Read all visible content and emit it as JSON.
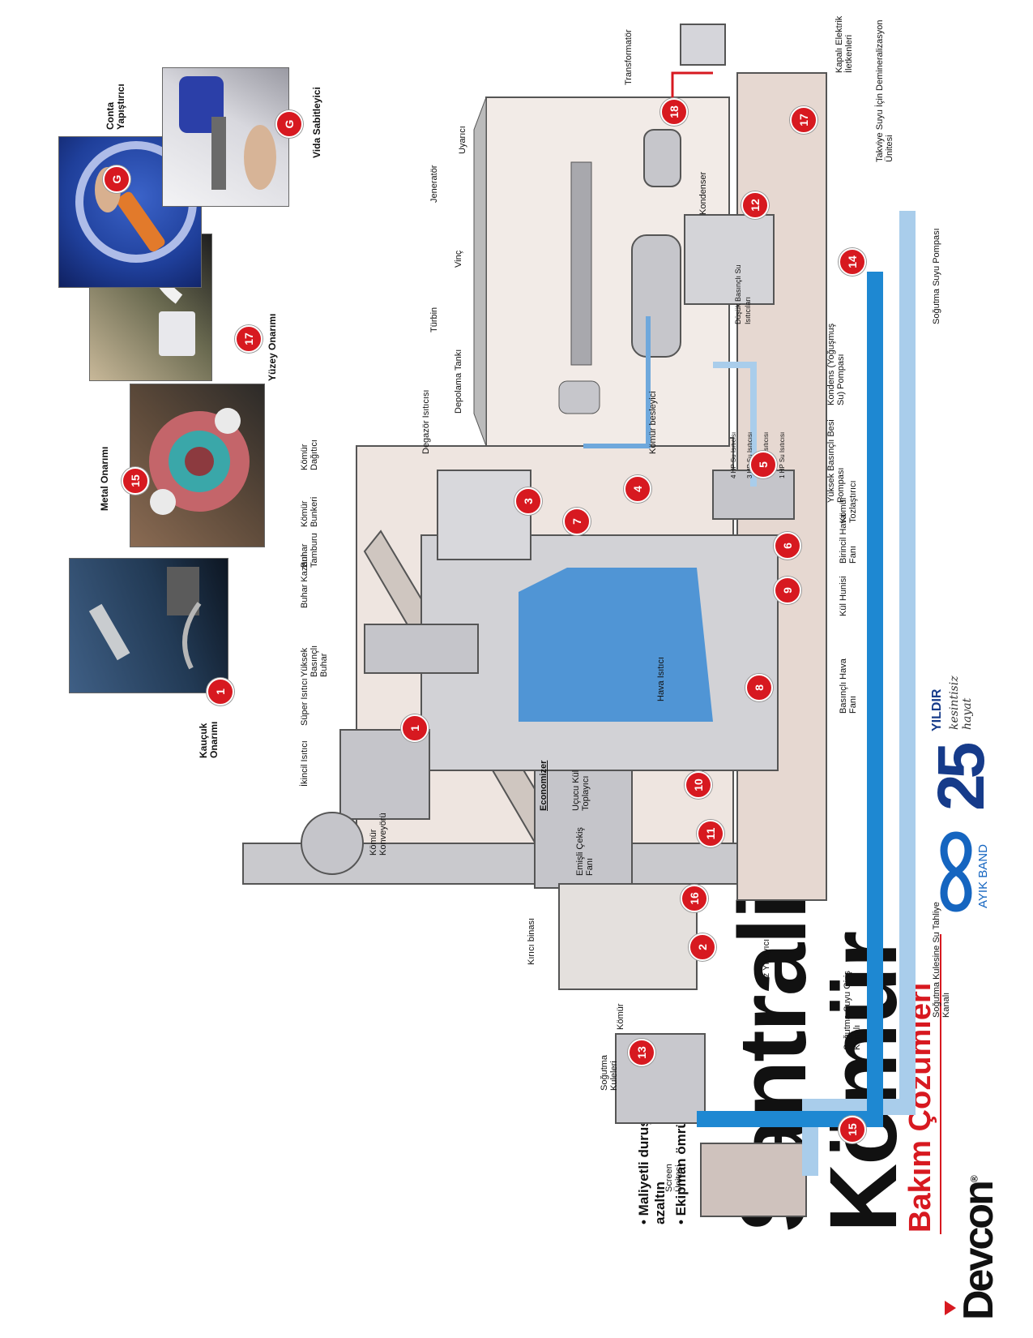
{
  "brand": {
    "name": "Devcon",
    "reg": "®",
    "partner": "AYIK BAND",
    "anniversary_number": "25",
    "anniversary_word": "YILDIR",
    "anniversary_script_1": "kesintisiz",
    "anniversary_script_2": "hayat"
  },
  "title": {
    "subtitle": "Bakım Çözümleri",
    "line1": "Kömür",
    "line2": "Santrali"
  },
  "bullets": [
    "Maliyetli duruş süRelerini azaltın",
    "Ekipman ömrünü uzatın"
  ],
  "photos": [
    {
      "caption": "Kauçuk Onarımı",
      "badge": "1"
    },
    {
      "caption": "Metal Onarımı",
      "badge": "15"
    },
    {
      "caption": "Yüzey Onarımı",
      "badge": "17"
    },
    {
      "caption": "Conta Yapıştırıcı",
      "badge": "G"
    },
    {
      "caption": "Vida Sabitleyici",
      "badge": "G"
    }
  ],
  "labels": {
    "transformator": "Transformatör",
    "kapali_elektrik": "Kapalı Elektrik İletkenleri",
    "takviye_suyu": "Takviye Suyu İçin Demineralizasyon Ünitesi",
    "sogutma_suyu_pompasi": "Soğutma Suyu Pompası",
    "uyarici": "Uyarıcı",
    "jenerator": "Jeneratör",
    "vinc": "Vinç",
    "turbin": "Türbin",
    "depolama_tanki": "Depolama Tankı",
    "degazor": "Degazör Isıtıcısı",
    "kondenser": "Kondenser",
    "dusuk_basincli": "Düşük Basınçlı Su Isıtıcıları",
    "kondens_pompasi": "Kondens (Yoğuşmuş Su) Pompası",
    "yuksek_basinc_besi": "Yüksek Basınçlı Besi Pompası",
    "komur_besleyici": "Kömür besleyici",
    "hp4": "4 HP Su Isıtıcısı",
    "hp3": "3 HP Su Isıtıcısı",
    "hp2": "2 HP Su Isıtıcısı",
    "hp1": "1 HP Su Isıtıcısı",
    "komur_toz": "Kömür Tozlaştırıcı",
    "birincil_hava": "Birincil Hava Fanı",
    "kul_hunisi": "Kül Hunisi",
    "basincli_hava": "Basınçlı Hava Fanı",
    "hava_isitici": "Hava Isıtıcı",
    "komur_dagitici": "Kömür Dağıtıcı",
    "komur_bunkeri": "Kömür Bunkeri",
    "buhar_tamburu": "Buhar Tamburu",
    "buhar_kazani": "Buhar Kazanı",
    "yuksek_basincli_buhar": "Yüksek Basınçlı Buhar",
    "super_isitici": "Süper Isıtıcı",
    "ikincil_isitici": "İkincil Isıtıcı",
    "komur_konveyoru": "Kömür Konveyörü",
    "economizer": "Economizer",
    "ucucu_kul": "Uçucu Kül Toplayıcı",
    "emisli_cekis": "Emişli Çekiş Fanı",
    "kirici_binasi": "Kırıcı binası",
    "komur": "Kömür",
    "gaz_yikayici": "Gaz Yıkayıcı",
    "sogutma_kuleleri": "Soğutma Kuleleri",
    "sogutma_giris": "Soğutma Suyu Giriş Kanalı",
    "sogutma_tahliye": "Soğutma Kulesine Su Tahliye Kanalı",
    "screen_unitesi": "Screen Ünitesi"
  },
  "badges": [
    "1",
    "2",
    "3",
    "4",
    "5",
    "6",
    "7",
    "8",
    "9",
    "10",
    "11",
    "12",
    "13",
    "14",
    "15",
    "16",
    "17",
    "18"
  ],
  "colors": {
    "red": "#d71920",
    "water_dark": "#1e88d2",
    "water_light": "#a9cdeb",
    "building": "#e9dcd6",
    "machinery": "#c8c8cc"
  }
}
